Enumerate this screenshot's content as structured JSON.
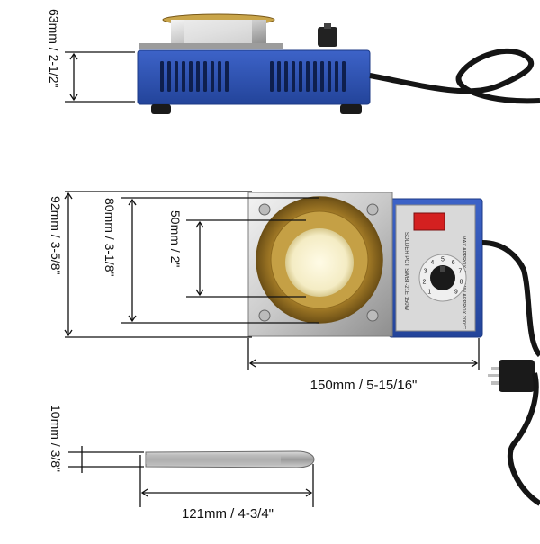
{
  "dimensions": {
    "side_height": "63mm / 2-1/2\"",
    "total_depth": "92mm / 3-5/8\"",
    "pot_diameter": "80mm / 3-1/8\"",
    "inner_diameter": "50mm / 2\"",
    "width": "150mm / 5-15/16\"",
    "spatula_width": "10mm / 3/8\"",
    "spatula_length": "121mm / 4-3/4\""
  },
  "device_panel": {
    "model_text": "SOLDER POT SWBT-21E 150W",
    "dial_max": "MAX APPROX 450°C",
    "dial_min": "MIN APPROX 200°C",
    "dial_numbers": [
      "1",
      "2",
      "3",
      "4",
      "5",
      "6",
      "7",
      "8",
      "9"
    ]
  },
  "colors": {
    "device_blue": "#2f55b8",
    "dark_blue": "#1f3c8a",
    "gold": "#b8902f",
    "switch_red": "#d42020",
    "measure_line": "#111111",
    "cable": "#151515"
  }
}
